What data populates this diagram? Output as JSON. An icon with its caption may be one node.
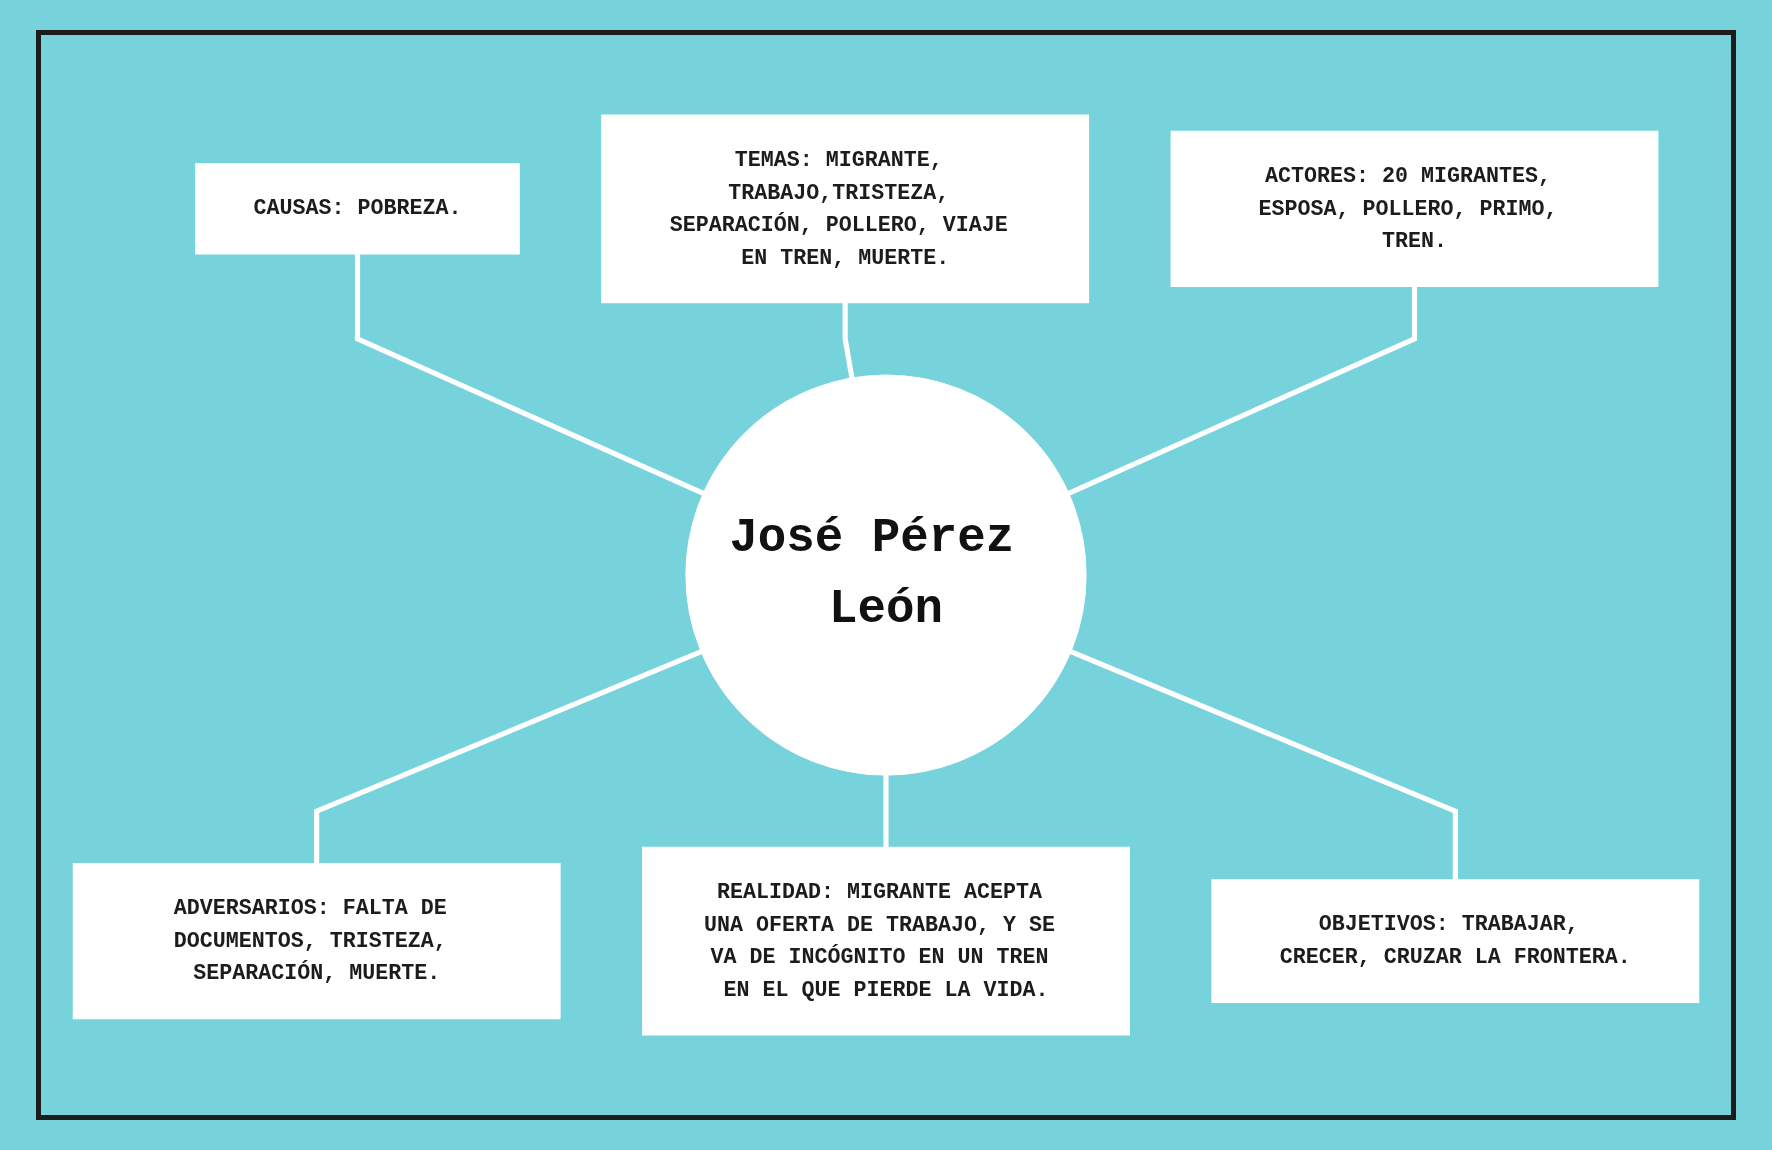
{
  "diagram": {
    "nodes": [
      {
        "text": [
          "TEMAS: MIGRANTE, TRABAJO,TRISTEZA, SEPARACIÓN, POLLERO, VIAJE EN TREN, MUERTE."
        ]
      },
      {
        "text": [
          "CAUSAS: POBREZA."
        ]
      },
      {
        "text": [
          "José Pérez León"
        ]
      },
      {
        "text": [
          "ACTORES: 20 MIGRANTES, ESPOSA, POLLERO, PRIMO, TREN."
        ]
      },
      {
        "text": [
          "ADVERSARIOS: FALTA DE DOCUMENTOS, TRISTEZA, SEPARACIÓN, MUERTE."
        ]
      },
      {
        "text": [
          "OBJETIVOS: TRABAJAR, CRECER, CRUZAR LA FRONTERA."
        ]
      },
      {
        "text": [
          "REALIDAD: MIGRANTE ACEPTA UNA OFERTA DE TRABAJO, Y SE VA DE INCÓGNITO EN UN TREN EN EL QUE PIERDE LA VIDA."
        ]
      }
    ],
    "edges": [
      {
        "from": 1,
        "to": 2,
        "arrow": "none"
      },
      {
        "from": 0,
        "to": 2,
        "arrow": "none"
      },
      {
        "from": 3,
        "to": 2,
        "arrow": "none"
      },
      {
        "from": 2,
        "to": 4,
        "arrow": "none"
      },
      {
        "from": 2,
        "to": 6,
        "arrow": "none"
      },
      {
        "from": 2,
        "to": 5,
        "arrow": "none"
      }
    ]
  }
}
